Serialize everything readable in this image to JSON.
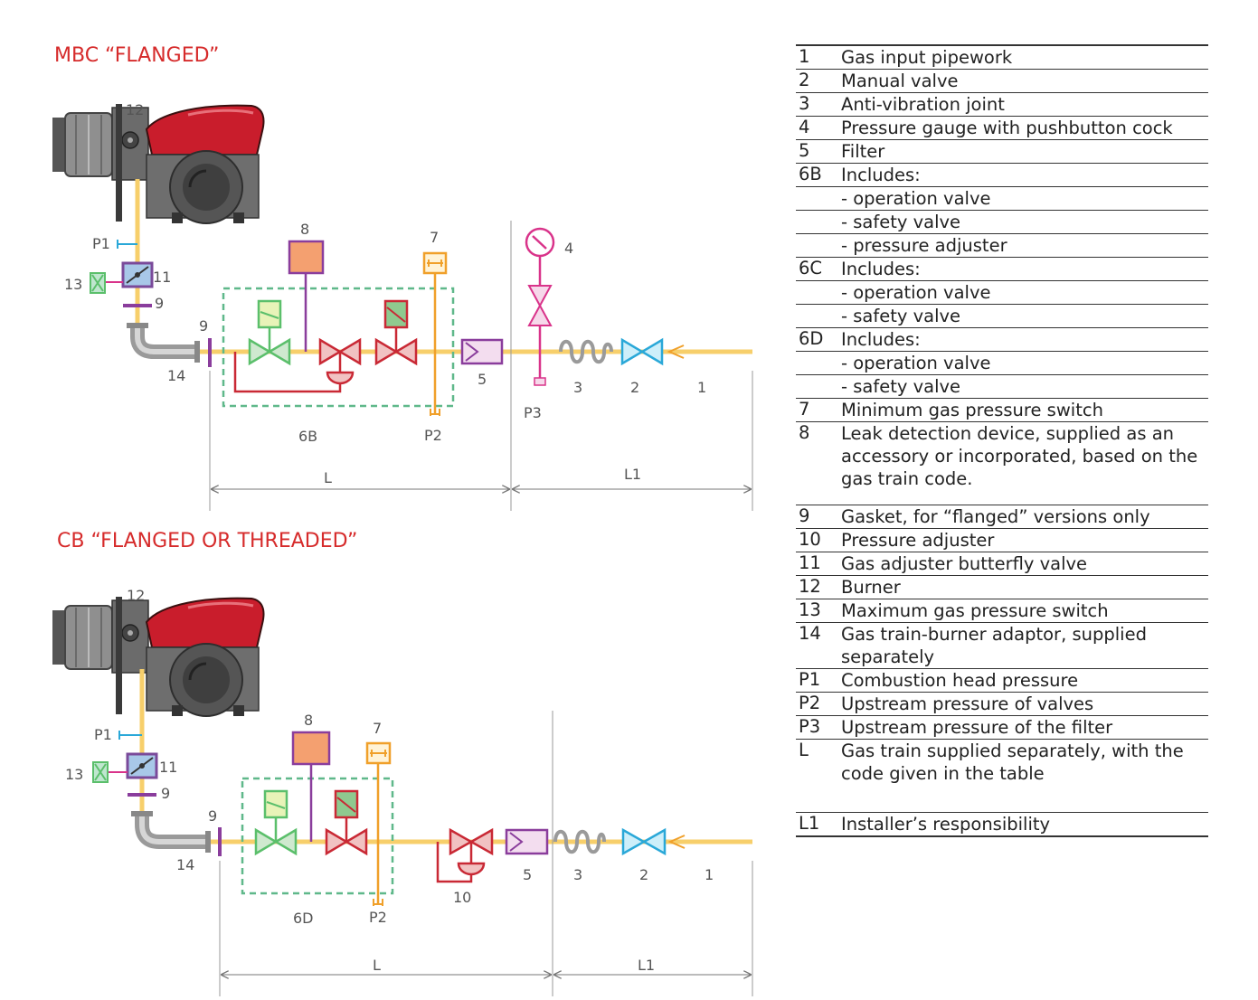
{
  "titles": {
    "top": "MBC “FLANGED”",
    "bottom": "CB “FLANGED OR THREADED”"
  },
  "colors": {
    "title_red": "#d62b2b",
    "gas_line": "#f7cf6b",
    "green_valve": "#5bbf6b",
    "red_valve": "#c92935",
    "purple": "#8a3d9c",
    "orange": "#f0a02a",
    "cyan": "#2aa8d8",
    "pink": "#d9338a",
    "dashed_box": "#5fb88a"
  },
  "top_diagram": {
    "labels": {
      "n12": "12",
      "p1": "P1",
      "n13": "13",
      "n11": "11",
      "n9a": "9",
      "n9b": "9",
      "n14": "14",
      "n8": "8",
      "n7": "7",
      "n4": "4",
      "n5": "5",
      "n3": "3",
      "n2": "2",
      "n1": "1",
      "p3": "P3",
      "n6b": "6B",
      "p2": "P2",
      "L": "L",
      "L1": "L1"
    }
  },
  "bottom_diagram": {
    "labels": {
      "n12": "12",
      "p1": "P1",
      "n13": "13",
      "n11": "11",
      "n9a": "9",
      "n9b": "9",
      "n14": "14",
      "n8": "8",
      "n7": "7",
      "n10": "10",
      "n5": "5",
      "n3": "3",
      "n2": "2",
      "n1": "1",
      "n6d": "6D",
      "p2": "P2",
      "L": "L",
      "L1": "L1"
    }
  },
  "legend": [
    {
      "code": "1",
      "text": "Gas input pipework"
    },
    {
      "code": "2",
      "text": "Manual valve"
    },
    {
      "code": "3",
      "text": "Anti-vibration joint"
    },
    {
      "code": "4",
      "text": "Pressure gauge with pushbutton cock"
    },
    {
      "code": "5",
      "text": "Filter"
    },
    {
      "code": "6B",
      "text": "Includes:"
    },
    {
      "code": "",
      "text": "- operation valve"
    },
    {
      "code": "",
      "text": "- safety valve"
    },
    {
      "code": "",
      "text": "- pressure adjuster"
    },
    {
      "code": "6C",
      "text": "Includes:"
    },
    {
      "code": "",
      "text": "- operation valve"
    },
    {
      "code": "",
      "text": "- safety valve"
    },
    {
      "code": "6D",
      "text": "Includes:"
    },
    {
      "code": "",
      "text": "- operation valve"
    },
    {
      "code": "",
      "text": "- safety valve"
    },
    {
      "code": "7",
      "text": "Minimum gas pressure switch"
    },
    {
      "code": "8",
      "text": "Leak detection device, supplied as an accessory or incorporated, based on the gas train code."
    },
    {
      "code": "9",
      "text": "Gasket, for “flanged” versions only"
    },
    {
      "code": "10",
      "text": "Pressure adjuster"
    },
    {
      "code": "11",
      "text": "Gas adjuster butterfly valve"
    },
    {
      "code": "12",
      "text": "Burner"
    },
    {
      "code": "13",
      "text": "Maximum gas pressure switch"
    },
    {
      "code": "14",
      "text": "Gas train-burner adaptor, supplied separately"
    },
    {
      "code": "P1",
      "text": "Combustion head pressure"
    },
    {
      "code": "P2",
      "text": "Upstream pressure of valves"
    },
    {
      "code": "P3",
      "text": "Upstream pressure of the filter"
    },
    {
      "code": "L",
      "text": "Gas train supplied separately, with the code given in the table"
    },
    {
      "code": "L1",
      "text": "Installer’s responsibility"
    }
  ]
}
